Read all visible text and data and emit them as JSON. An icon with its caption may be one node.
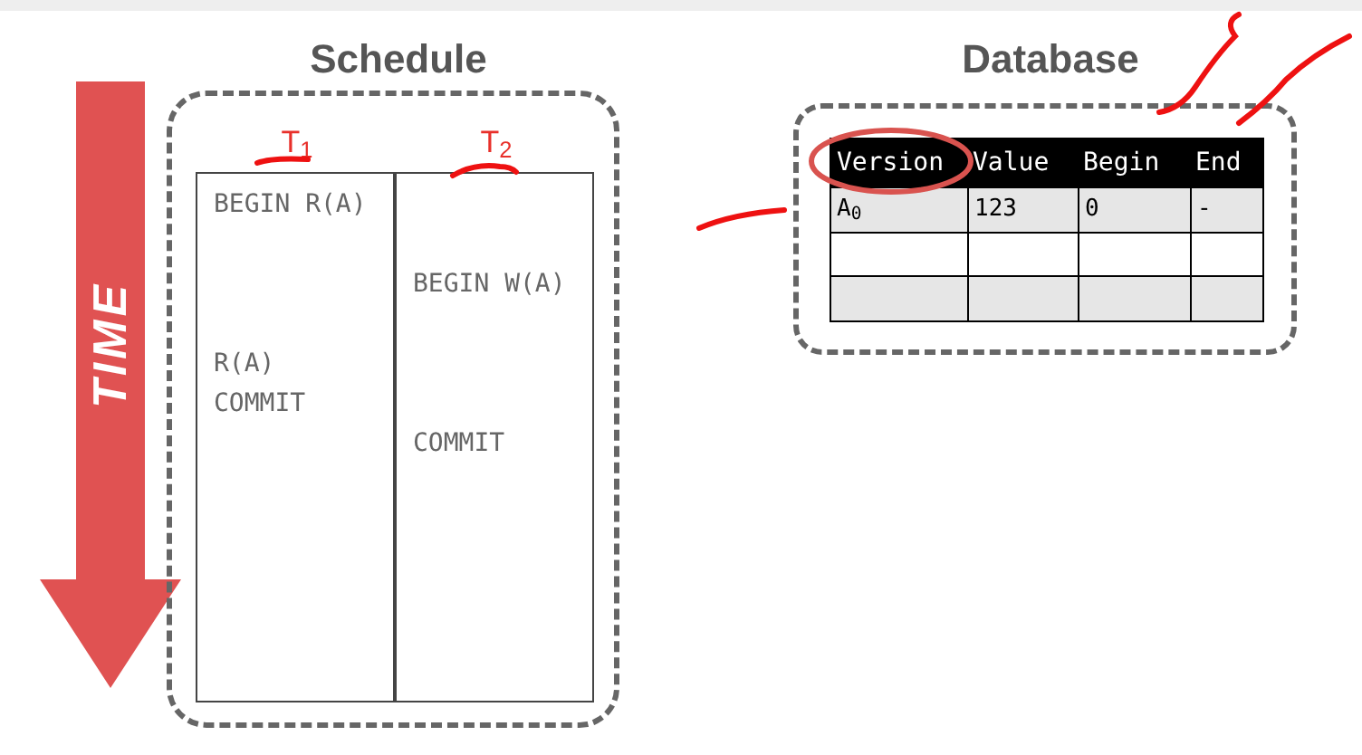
{
  "diagram": {
    "nodes": [
      {
        "text": [
          "TIME"
        ]
      },
      {
        "text": [
          "Schedule"
        ]
      },
      {
        "text": [
          "T$_{1}$",
          "BEGIN R(A)",
          "R(A) COMMIT"
        ],
        "in": 1
      },
      {
        "text": [
          "T$_{2}$",
          "BEGIN W(A)",
          "COMMIT"
        ],
        "in": 1
      },
      {
        "text": [
          "Database"
        ]
      }
    ],
    "edges": [],
    "labels": [
      "Version",
      "Value",
      "Begin",
      "End",
      "A$_{0}$",
      "123",
      "0",
      "-"
    ]
  }
}
